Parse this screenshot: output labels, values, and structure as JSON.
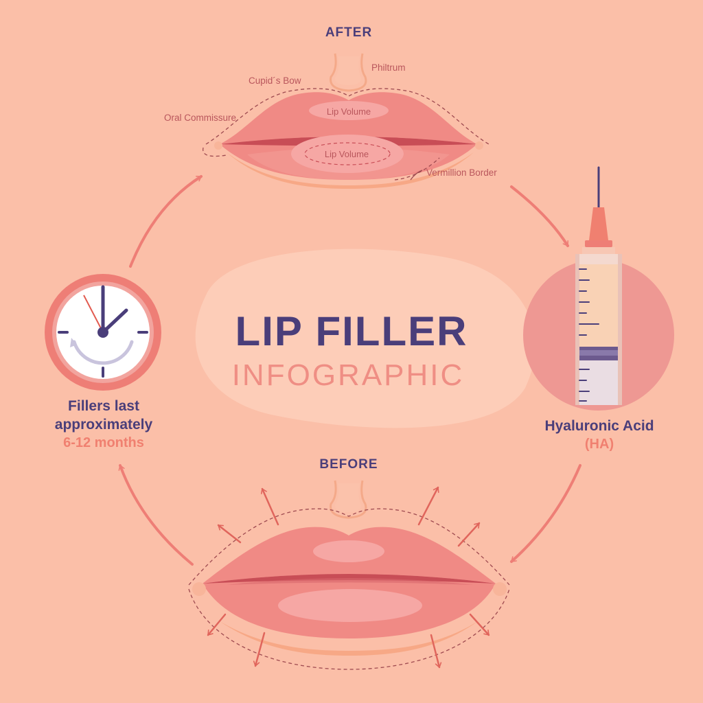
{
  "title": {
    "line1": "LIP FILLER",
    "line2": "INFOGRAPHIC"
  },
  "after": {
    "heading": "AFTER",
    "labels": {
      "philtrum": "Philtrum",
      "cupids_bow": "Cupid´s Bow",
      "oral_commissure": "Oral Commissure",
      "upper_volume": "Lip Volume",
      "lower_volume": "Lip Volume",
      "vermillion_border": "Vermillion Border"
    }
  },
  "before": {
    "heading": "BEFORE"
  },
  "clock": {
    "line1": "Fillers last",
    "line2": "approximately",
    "duration": "6-12 months"
  },
  "syringe": {
    "name": "Hyaluronic Acid",
    "abbr": "(HA)"
  },
  "colors": {
    "background": "#FBBFA8",
    "title_dark": "#4A3E7A",
    "accent": "#F08070",
    "lip": "#F08A85",
    "arrow": "#EE7E76"
  }
}
